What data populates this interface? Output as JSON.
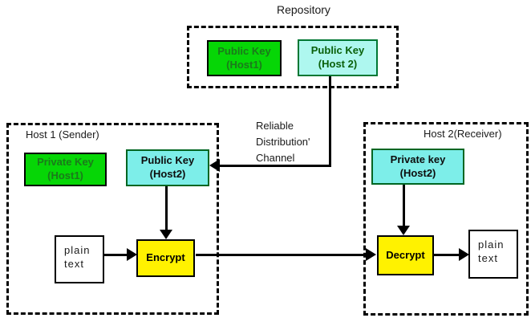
{
  "repository": {
    "title": "Repository",
    "public_key_host1": {
      "line1": "Public Key",
      "line2": "(Host1)"
    },
    "public_key_host2": {
      "line1": "Public Key",
      "line2": "(Host 2)"
    }
  },
  "channel": {
    "line1": "Reliable",
    "line2": "Distribution'",
    "line3": "Channel"
  },
  "host1": {
    "title": "Host 1 (Sender)",
    "private_key": {
      "line1": "Private Key",
      "line2": "(Host1)"
    },
    "public_key": {
      "line1": "Public Key",
      "line2": "(Host2)"
    },
    "plain_text": {
      "line1": "plain",
      "line2": "text"
    },
    "encrypt_label": "Encrypt"
  },
  "host2": {
    "title": "Host 2(Receiver)",
    "private_key": {
      "line1": "Private key",
      "line2": "(Host2)"
    },
    "decrypt_label": "Decrypt",
    "plain_text": {
      "line1": "plain",
      "line2": "text"
    }
  },
  "colors": {
    "green_box": "#06d606",
    "cyan_pale_box": "#aef7ef",
    "cyan_box": "#7deee9",
    "yellow_box": "#fff200",
    "line": "#000000",
    "background": "#ffffff"
  }
}
